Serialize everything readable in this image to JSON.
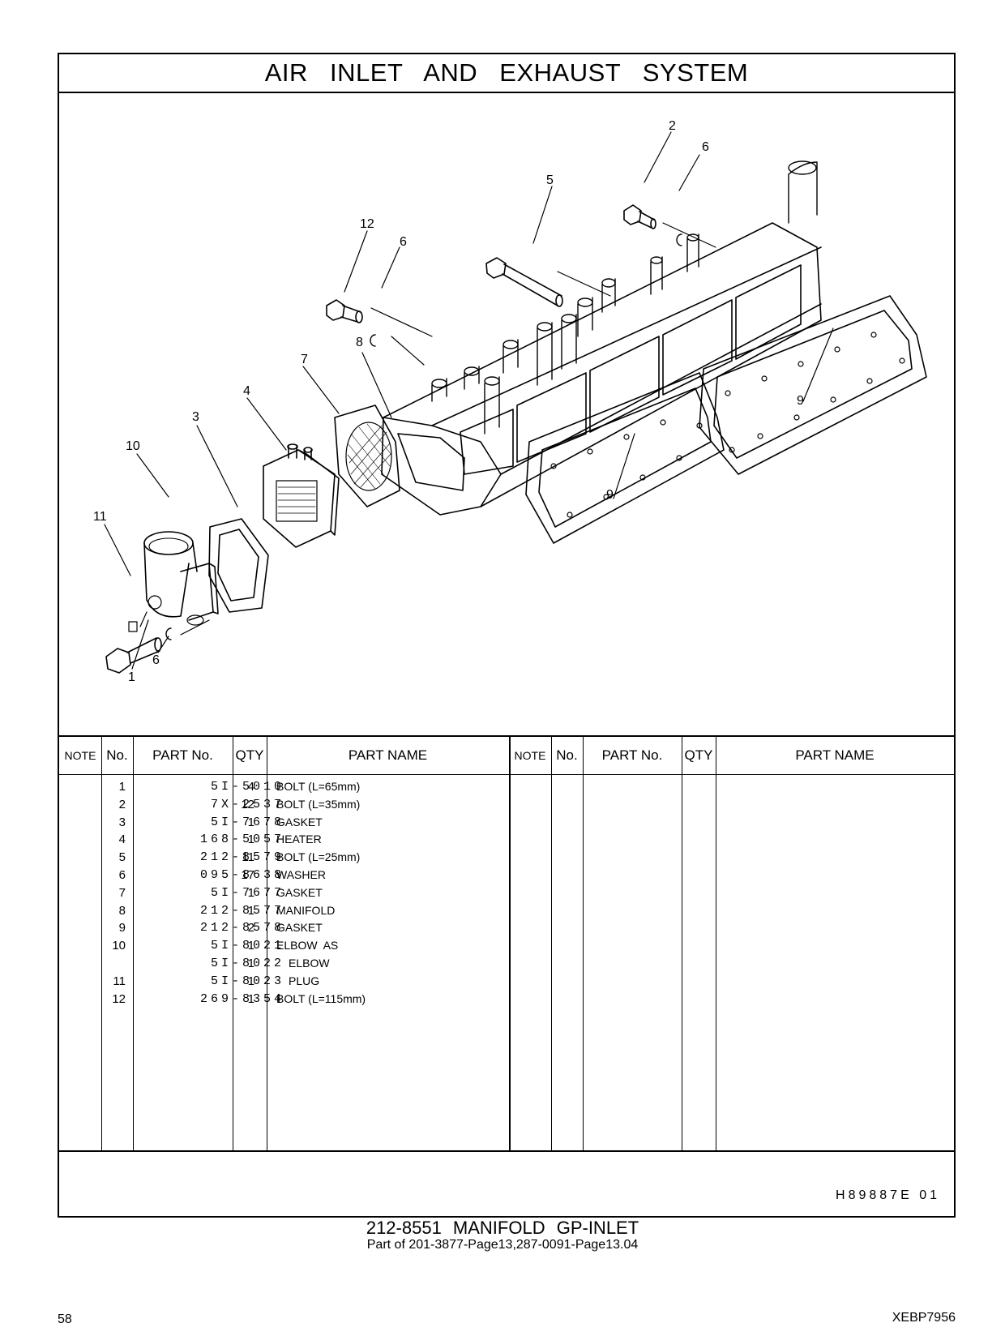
{
  "header": {
    "title": "AIR INLET AND EXHAUST SYSTEM"
  },
  "diagram": {
    "callouts": [
      "1",
      "2",
      "3",
      "4",
      "5",
      "6",
      "6",
      "6",
      "7",
      "8",
      "9",
      "9",
      "10",
      "11",
      "12"
    ]
  },
  "table": {
    "headers": {
      "note": "NOTE",
      "no": "No.",
      "part_no": "PART No.",
      "qty": "QTY",
      "part_name": "PART NAME"
    },
    "rows": [
      {
        "no": "1",
        "part_no": "5I-5010",
        "qty": "4",
        "name": "BOLT (L=65mm)"
      },
      {
        "no": "2",
        "part_no": "7X-2537",
        "qty": "12",
        "name": "BOLT (L=35mm)"
      },
      {
        "no": "3",
        "part_no": "5I-7678",
        "qty": "1",
        "name": "GASKET"
      },
      {
        "no": "4",
        "part_no": "168-5057",
        "qty": "1",
        "name": "HEATER"
      },
      {
        "no": "5",
        "part_no": "212-8579",
        "qty": "11",
        "name": "BOLT (L=25mm)"
      },
      {
        "no": "6",
        "part_no": "095-8638",
        "qty": "17",
        "name": "WASHER"
      },
      {
        "no": "7",
        "part_no": "5I-7677",
        "qty": "1",
        "name": "GASKET"
      },
      {
        "no": "8",
        "part_no": "212-8577",
        "qty": "1",
        "name": "MANIFOLD"
      },
      {
        "no": "9",
        "part_no": "212-8578",
        "qty": "2",
        "name": "GASKET"
      },
      {
        "no": "10",
        "part_no": "5I-8021",
        "qty": "1",
        "name": "ELBOW  AS"
      },
      {
        "no": "",
        "part_no": "5I-8022",
        "qty": "1",
        "name": "ELBOW",
        "indent": true
      },
      {
        "no": "11",
        "part_no": "5I-8023",
        "qty": "1",
        "name": "PLUG",
        "indent": true
      },
      {
        "no": "12",
        "part_no": "269-8354",
        "qty": "1",
        "name": "BOLT (L=115mm)"
      }
    ]
  },
  "footer": {
    "reference": "H89887E   01",
    "group_title": "212-8551  MANIFOLD GP-INLET",
    "group_subtitle": "Part of 201-3877-Page13,287-0091-Page13.04",
    "page_number": "58",
    "doc_code": "XEBP7956"
  }
}
